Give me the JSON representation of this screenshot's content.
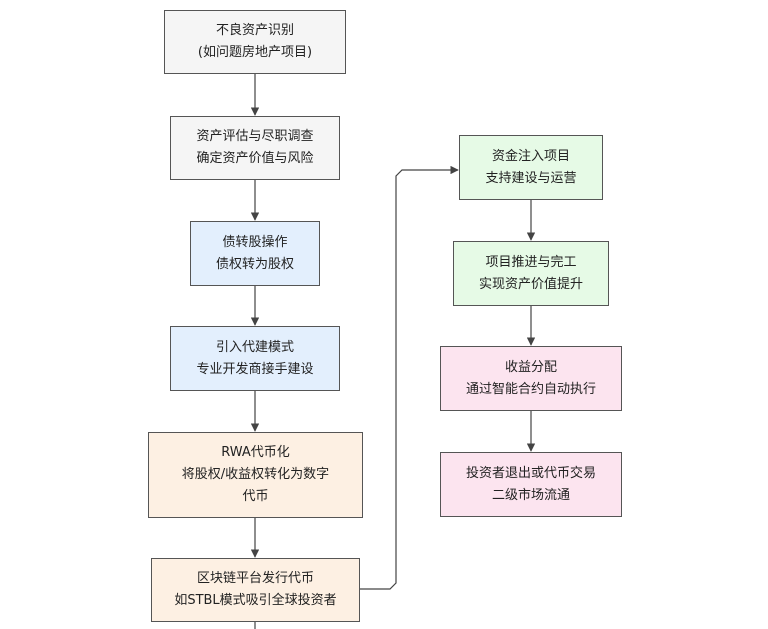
{
  "colors": {
    "gray_fill": "#f5f5f5",
    "blue_fill": "#e3effd",
    "orange_fill": "#fdf0e3",
    "green_fill": "#e6fae6",
    "pink_fill": "#fce4ef",
    "border": "#555555",
    "edge": "#444444"
  },
  "nodes": {
    "assess_identify": {
      "line1": "不良资产识别",
      "line2": "(如问题房地产项目)"
    },
    "due_diligence": {
      "line1": "资产评估与尽职调查",
      "line2": "确定资产价值与风险"
    },
    "debt_to_equity": {
      "line1": "债转股操作",
      "line2": "债权转为股权"
    },
    "agent_build": {
      "line1": "引入代建模式",
      "line2": "专业开发商接手建设"
    },
    "rwa_tokenize": {
      "line1": "RWA代币化",
      "line2": "将股权/收益权转化为数字",
      "line3": "代币"
    },
    "token_issue": {
      "line1": "区块链平台发行代币",
      "line2": "如STBL模式吸引全球投资者"
    },
    "capital_inject": {
      "line1": "资金注入项目",
      "line2": "支持建设与运营"
    },
    "project_complete": {
      "line1": "项目推进与完工",
      "line2": "实现资产价值提升"
    },
    "revenue_distribution": {
      "line1": "收益分配",
      "line2": "通过智能合约自动执行"
    },
    "investor_exit": {
      "line1": "投资者退出或代币交易",
      "line2": "二级市场流通"
    }
  }
}
